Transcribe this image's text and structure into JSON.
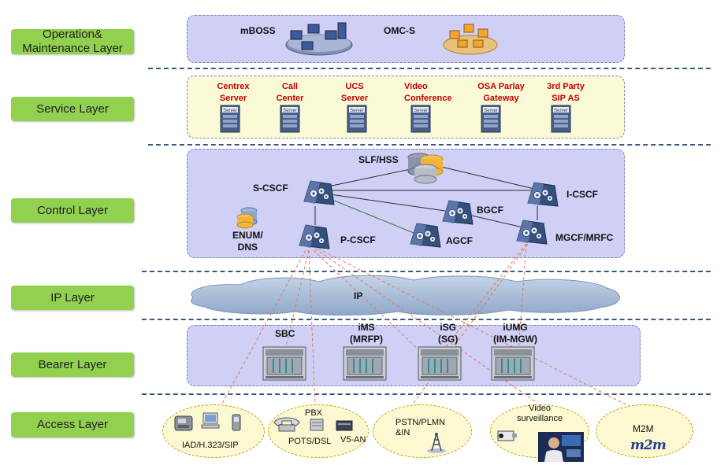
{
  "layers": {
    "oam": "Operation& Maintenance Layer",
    "service": "Service Layer",
    "control": "Control Layer",
    "ip": "IP Layer",
    "bearer": "Bearer  Layer",
    "access": "Access Layer"
  },
  "oam_nodes": {
    "mboss": "mBOSS",
    "omcs": "OMC-S"
  },
  "services": [
    {
      "line1": "Centrex",
      "line2": "Server"
    },
    {
      "line1": "Call",
      "line2": "Center"
    },
    {
      "line1": "UCS",
      "line2": "Server"
    },
    {
      "line1": "Video",
      "line2": "Conference"
    },
    {
      "line1": "OSA Parlay",
      "line2": "Gateway"
    },
    {
      "line1": "3rd Party",
      "line2": "SIP AS"
    }
  ],
  "server_icon_label": "Server",
  "control_nodes": {
    "slf_hss": "SLF/HSS",
    "scscf": "S-CSCF",
    "icscf": "I-CSCF",
    "bgcf": "BGCF",
    "pcscf": "P-CSCF",
    "agcf": "AGCF",
    "mgcf": "MGCF/MRFC",
    "enum_line1": "ENUM/",
    "enum_line2": "DNS"
  },
  "ip_cloud": "IP",
  "bearer_nodes": {
    "sbc": "SBC",
    "ims_line1": "iMS",
    "ims_line2": "(MRFP)",
    "isg_line1": "iSG",
    "isg_line2": "(SG)",
    "iumg_line1": "iUMG",
    "iumg_line2": "(IM-MGW)"
  },
  "access_nodes": {
    "iad": "IAD/H.323/SIP",
    "pbx": "PBX",
    "pots": "POTS/DSL",
    "v5": "V5-AN",
    "pstn_line1": "PSTN/PLMN",
    "pstn_line2": "&IN",
    "video_line1": "Video",
    "video_line2": "surveillance",
    "m2m": "M2M",
    "m2m_logo": "m2m"
  },
  "colors": {
    "layer_label": "#92d050",
    "zone_purple": "#d0d0f7",
    "zone_yellow": "#fbfad6",
    "service_text": "#c00000",
    "dashed_link": "#e07a50",
    "separator": "#3a5a80"
  }
}
